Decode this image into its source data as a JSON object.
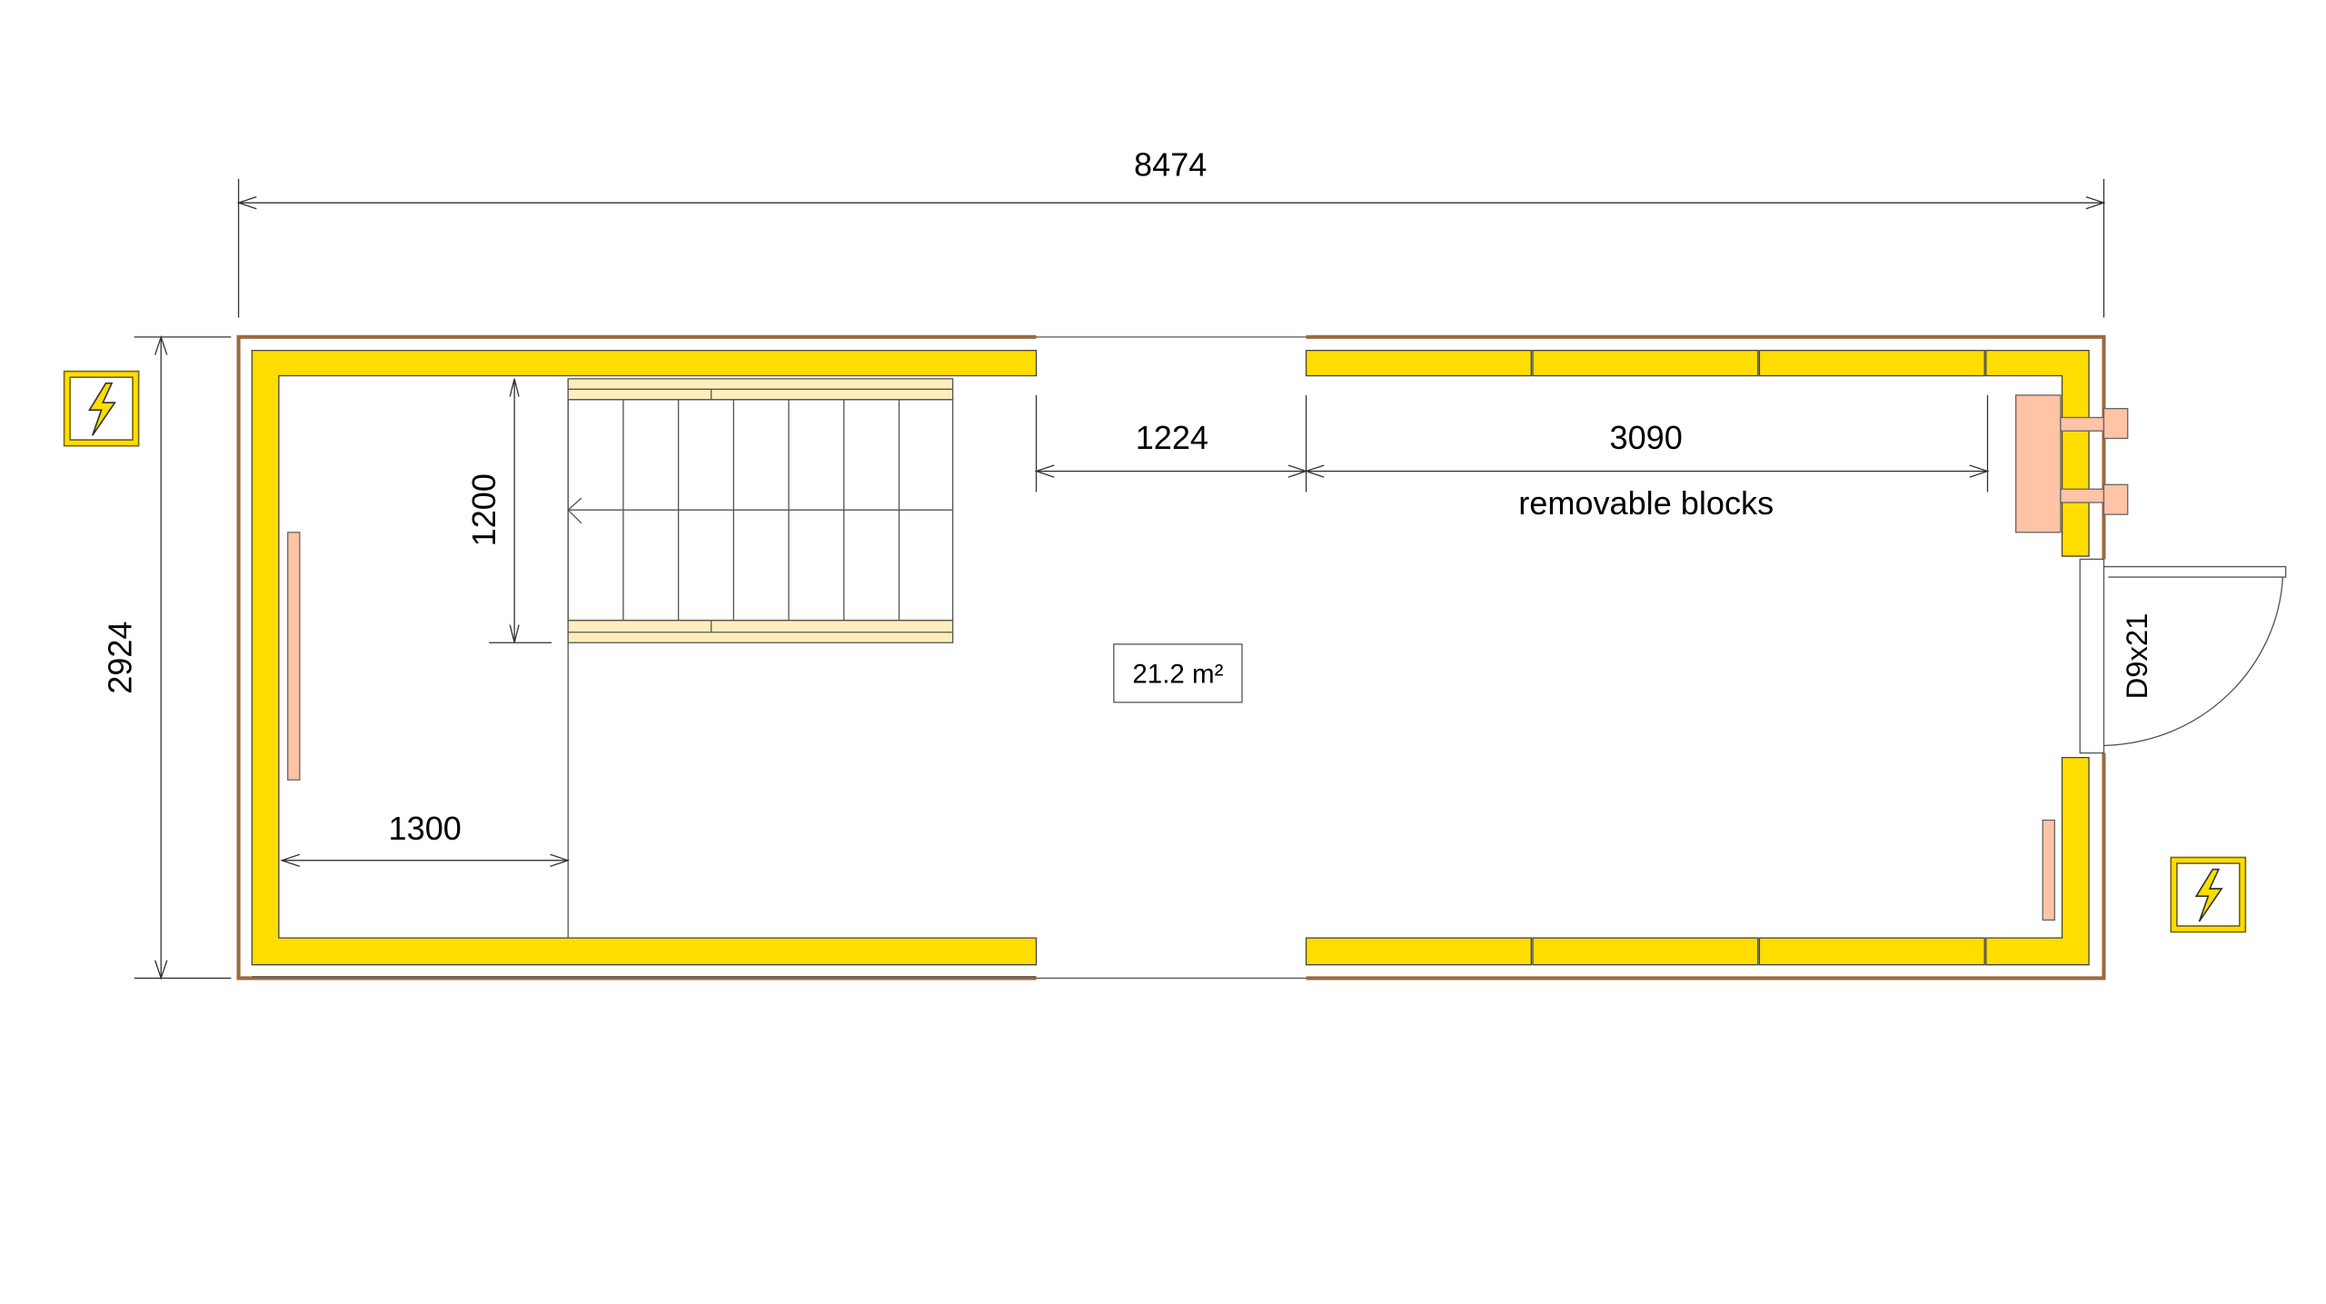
{
  "dimensions": {
    "total_length": "8474",
    "total_width": "2924",
    "stair_width": "1200",
    "stair_offset": "1300",
    "opening_width": "1224",
    "removable_length": "3090"
  },
  "labels": {
    "removable_blocks": "removable blocks",
    "area": "21.2 m²",
    "door": "D9x21"
  },
  "icons": [
    "electrical-hazard-icon",
    "electrical-hazard-icon"
  ],
  "colors": {
    "insulation": "#ffdd00",
    "wall": "#9b6a3e",
    "radiator": "#ffc3a6",
    "stair": "#ffeebb"
  }
}
